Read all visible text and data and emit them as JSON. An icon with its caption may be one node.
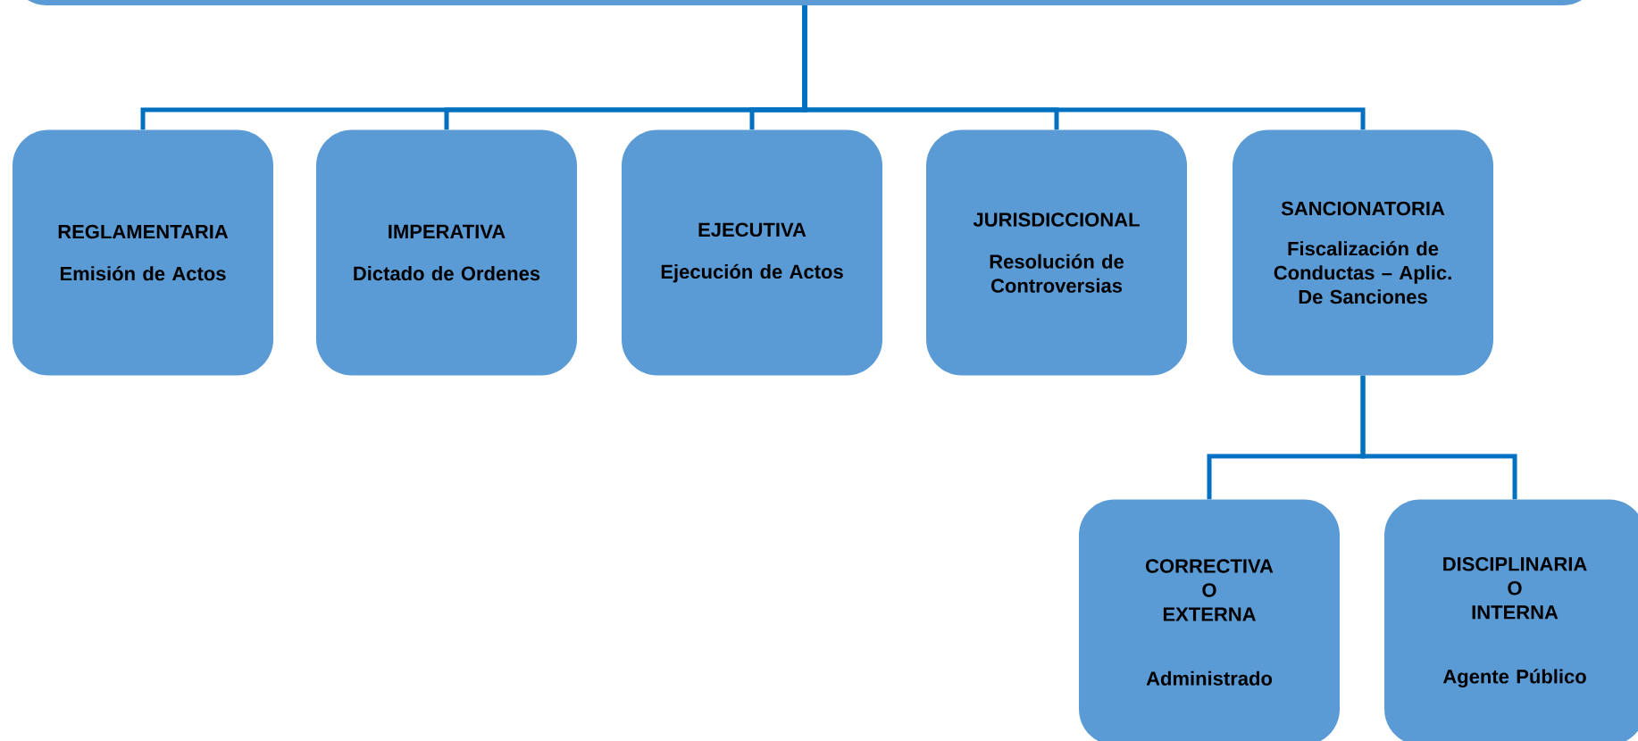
{
  "diagram": {
    "nodes": [
      {
        "text": [],
        "shape": "box"
      },
      {
        "text": [
          "REGLAMENTARIA",
          "Emisión de Actos"
        ]
      },
      {
        "text": [
          "IMPERATIVA",
          "Dictado de Ordenes"
        ]
      },
      {
        "text": [
          "EJECUTIVA",
          "Ejecución de Actos"
        ]
      },
      {
        "text": [
          "JURISDICCIONAL",
          "Resolución de Controversias"
        ]
      },
      {
        "text": [
          "SANCIONATORIA",
          "Fiscalización de Conductas – Aplic. De Sanciones"
        ]
      },
      {
        "text": [
          "CORRECTIVA O EXTERNA",
          "Administrado"
        ]
      },
      {
        "text": [
          "DISCIPLINARIA O INTERNA",
          "Agente Público"
        ]
      }
    ],
    "edges": [
      {
        "from": 0,
        "to": 1,
        "arrow": "none"
      },
      {
        "from": 0,
        "to": 2,
        "arrow": "none"
      },
      {
        "from": 0,
        "to": 3,
        "arrow": "none"
      },
      {
        "from": 0,
        "to": 4,
        "arrow": "none"
      },
      {
        "from": 0,
        "to": 5,
        "arrow": "none"
      },
      {
        "from": 5,
        "to": 6,
        "arrow": "none"
      },
      {
        "from": 5,
        "to": 7,
        "arrow": "none"
      }
    ]
  }
}
